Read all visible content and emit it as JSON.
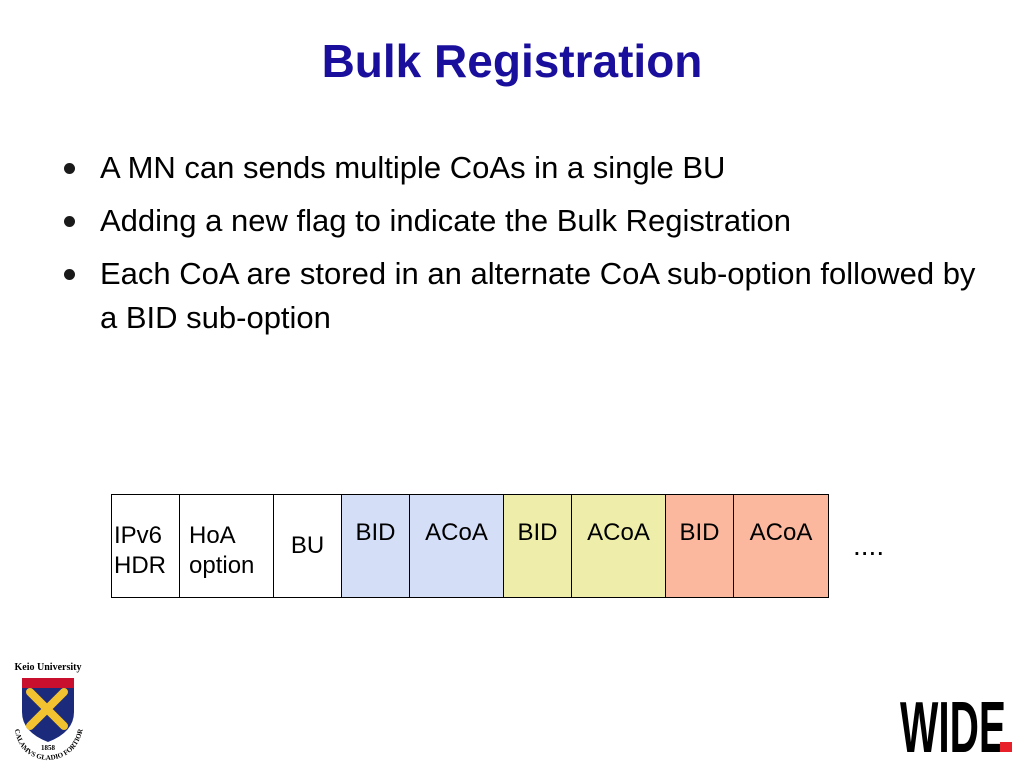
{
  "slide": {
    "title": "Bulk Registration",
    "bullets": [
      "A MN can sends multiple CoAs in a single BU",
      "Adding a new flag to indicate the Bulk Registration",
      "Each CoA are stored in an alternate CoA sub-option followed by a BID sub-option"
    ]
  },
  "packet": {
    "cells": [
      {
        "line1": "IPv6",
        "line2": "HDR",
        "color": "#ffffff"
      },
      {
        "line1": "HoA",
        "line2": "option",
        "color": "#ffffff"
      },
      {
        "label": "BU",
        "color": "#ffffff"
      },
      {
        "label": "BID",
        "color": "#d4def7"
      },
      {
        "label": "ACoA",
        "color": "#d4def7"
      },
      {
        "label": "BID",
        "color": "#eeeeaa"
      },
      {
        "label": "ACoA",
        "color": "#eeeeaa"
      },
      {
        "label": "BID",
        "color": "#fbb89f"
      },
      {
        "label": "ACoA",
        "color": "#fbb89f"
      }
    ],
    "continuation": "...."
  },
  "logos": {
    "keio_name": "Keio University",
    "keio_year": "1858",
    "keio_motto": "CALAMVS GLADIO FORTIOR",
    "wide_text": "WIDE"
  },
  "colors": {
    "title": "#1a0f9c",
    "keio_shield": "#1b2a7a",
    "keio_accent": "#c8102e",
    "keio_pen": "#f2c230"
  }
}
